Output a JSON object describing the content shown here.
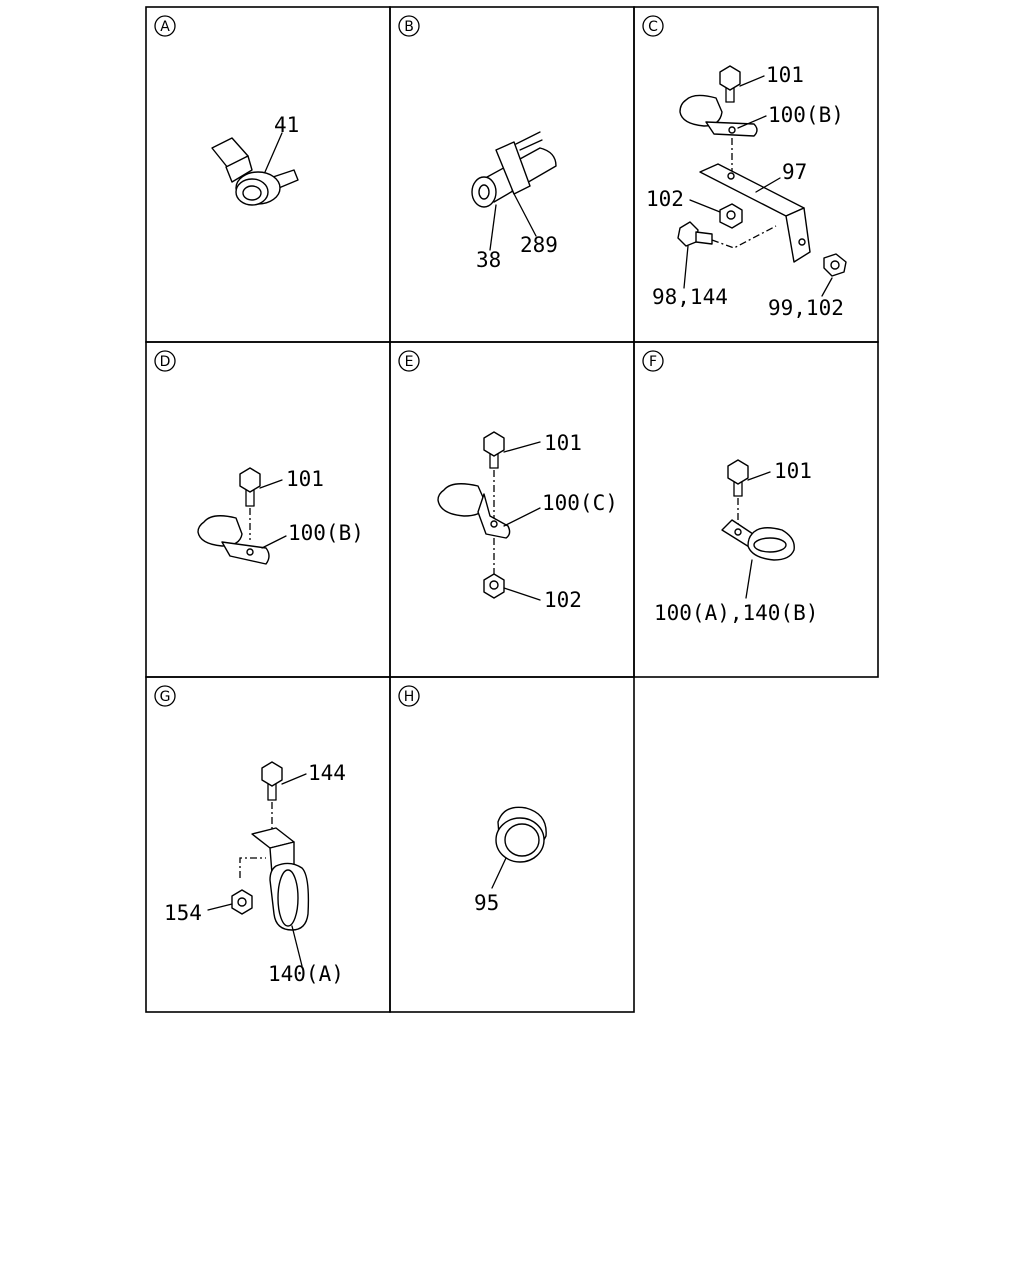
{
  "panels": [
    {
      "id": "A",
      "labels": [
        "41"
      ]
    },
    {
      "id": "B",
      "labels": [
        "38",
        "289"
      ]
    },
    {
      "id": "C",
      "labels": [
        "101",
        "100(B)",
        "97",
        "102",
        "98,144",
        "99,102"
      ]
    },
    {
      "id": "D",
      "labels": [
        "101",
        "100(B)"
      ]
    },
    {
      "id": "E",
      "labels": [
        "101",
        "100(C)",
        "102"
      ]
    },
    {
      "id": "F",
      "labels": [
        "101",
        "100(A),140(B)"
      ]
    },
    {
      "id": "G",
      "labels": [
        "144",
        "154",
        "140(A)"
      ]
    },
    {
      "id": "H",
      "labels": [
        "95"
      ]
    }
  ]
}
